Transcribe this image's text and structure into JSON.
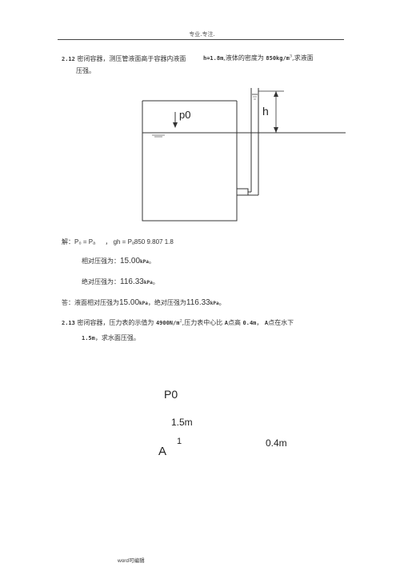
{
  "header": {
    "text": "专业.专注."
  },
  "problem1": {
    "number": "2.12",
    "line1_a": "密闭容器，测压管液面高于容器内液面",
    "h_value": "h=1.8m",
    "line1_b": ",液体的密度为",
    "density": "850kg/m",
    "density_sup": "3",
    "line1_c": ",求液面",
    "line2": "压强。"
  },
  "figure1": {
    "p0_label": "p0",
    "h_label": "h"
  },
  "solution": {
    "line_a": "解：P₀ = Pₐ",
    "line_a_comma": "，",
    "line_a_b": "gh = Pₐ850 9.807 1.8",
    "rel_label": "相对压强为：",
    "rel_value": "15.00",
    "rel_unit": "kPa",
    "rel_end": "。",
    "abs_label": "绝对压强为：",
    "abs_value": "116.33",
    "abs_unit": "kPa",
    "abs_end": "。",
    "ans_a": "答：液面相对压强为",
    "ans_v1": "15.00",
    "ans_u1": "kPa",
    "ans_b": "，绝对压强为",
    "ans_v2": "116.33",
    "ans_u2": "kPa",
    "ans_end": "。"
  },
  "problem2": {
    "number": "2.13",
    "line1_a": "密闭容器，压力表的示值为",
    "gauge": "4900N/m",
    "gauge_sup": "2",
    "line1_b": ",压力表中心比",
    "A1": "A",
    "line1_c": "点高",
    "dist": "0.4m",
    "line1_d": "，",
    "A2": "A",
    "line1_e": "点在水下",
    "line2_val": "1.5m",
    "line2_text": "，求水面压强。"
  },
  "figure2": {
    "p0_label": "P0",
    "depth_label": "1.5m",
    "one_label": "1",
    "dist_label": "0.4m",
    "a_label": "A"
  },
  "footer": {
    "text": "word可编辑"
  }
}
